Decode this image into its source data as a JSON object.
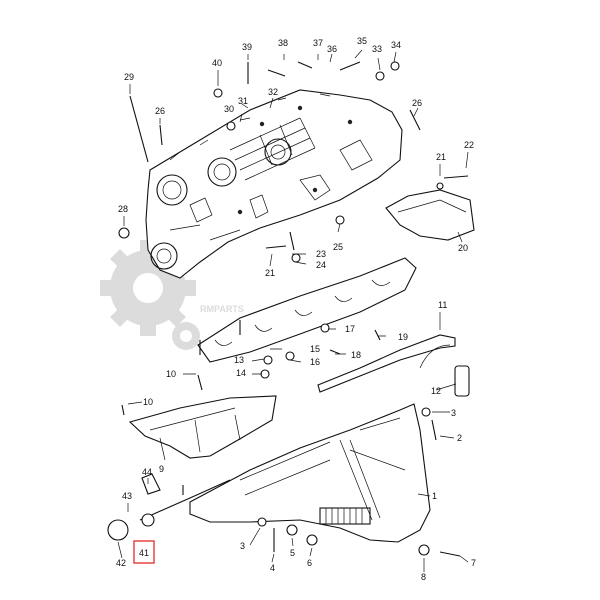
{
  "watermark": {
    "text": "RMPARTS",
    "color": "#dcdcdc",
    "icon": "gear-icon"
  },
  "highlight": {
    "part": "41",
    "color": "#e53935"
  },
  "callouts": [
    {
      "id": "39",
      "label": "39"
    },
    {
      "id": "38",
      "label": "38"
    },
    {
      "id": "37",
      "label": "37"
    },
    {
      "id": "36",
      "label": "36"
    },
    {
      "id": "35",
      "label": "35"
    },
    {
      "id": "33",
      "label": "33"
    },
    {
      "id": "34",
      "label": "34"
    },
    {
      "id": "40",
      "label": "40"
    },
    {
      "id": "29",
      "label": "29"
    },
    {
      "id": "31",
      "label": "31"
    },
    {
      "id": "30",
      "label": "30"
    },
    {
      "id": "32",
      "label": "32"
    },
    {
      "id": "26a",
      "label": "26"
    },
    {
      "id": "26b",
      "label": "26"
    },
    {
      "id": "21a",
      "label": "21"
    },
    {
      "id": "22",
      "label": "22"
    },
    {
      "id": "28",
      "label": "28"
    },
    {
      "id": "25",
      "label": "25"
    },
    {
      "id": "20",
      "label": "20"
    },
    {
      "id": "23",
      "label": "23"
    },
    {
      "id": "21b",
      "label": "21"
    },
    {
      "id": "24",
      "label": "24"
    },
    {
      "id": "11",
      "label": "11"
    },
    {
      "id": "17",
      "label": "17"
    },
    {
      "id": "19",
      "label": "19"
    },
    {
      "id": "15",
      "label": "15"
    },
    {
      "id": "13",
      "label": "13"
    },
    {
      "id": "16",
      "label": "16"
    },
    {
      "id": "18",
      "label": "18"
    },
    {
      "id": "14",
      "label": "14"
    },
    {
      "id": "10a",
      "label": "10"
    },
    {
      "id": "12",
      "label": "12"
    },
    {
      "id": "10b",
      "label": "10"
    },
    {
      "id": "3a",
      "label": "3"
    },
    {
      "id": "2",
      "label": "2"
    },
    {
      "id": "9",
      "label": "9"
    },
    {
      "id": "44",
      "label": "44"
    },
    {
      "id": "1",
      "label": "1"
    },
    {
      "id": "43",
      "label": "43"
    },
    {
      "id": "3b",
      "label": "3"
    },
    {
      "id": "5",
      "label": "5"
    },
    {
      "id": "41",
      "label": "41"
    },
    {
      "id": "42",
      "label": "42"
    },
    {
      "id": "4",
      "label": "4"
    },
    {
      "id": "6",
      "label": "6"
    },
    {
      "id": "7",
      "label": "7"
    },
    {
      "id": "8",
      "label": "8"
    }
  ]
}
